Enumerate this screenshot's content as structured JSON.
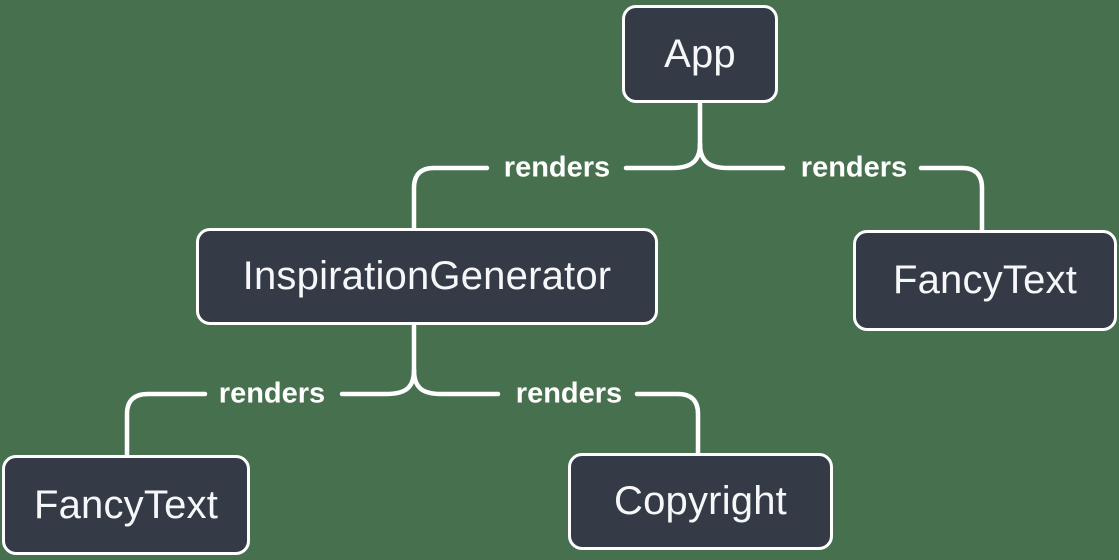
{
  "tree": {
    "colors": {
      "background": "#47714E",
      "node_fill": "#343A46",
      "node_border": "#FFFFFF",
      "node_text": "#F6F7F9",
      "connector_line": "#FFFFFF",
      "edge_label_text": "#FFFFFF"
    },
    "nodes": [
      {
        "id": "app",
        "label": "App"
      },
      {
        "id": "inspiration-generator",
        "label": "InspirationGenerator"
      },
      {
        "id": "fancy-text-top-right",
        "label": "FancyText"
      },
      {
        "id": "fancy-text-bottom-left",
        "label": "FancyText"
      },
      {
        "id": "copyright",
        "label": "Copyright"
      }
    ],
    "edges": [
      {
        "from": "App",
        "to": "InspirationGenerator",
        "label": "renders"
      },
      {
        "from": "App",
        "to": "FancyText",
        "label": "renders"
      },
      {
        "from": "InspirationGenerator",
        "to": "FancyText",
        "label": "renders"
      },
      {
        "from": "InspirationGenerator",
        "to": "Copyright",
        "label": "renders"
      }
    ]
  }
}
